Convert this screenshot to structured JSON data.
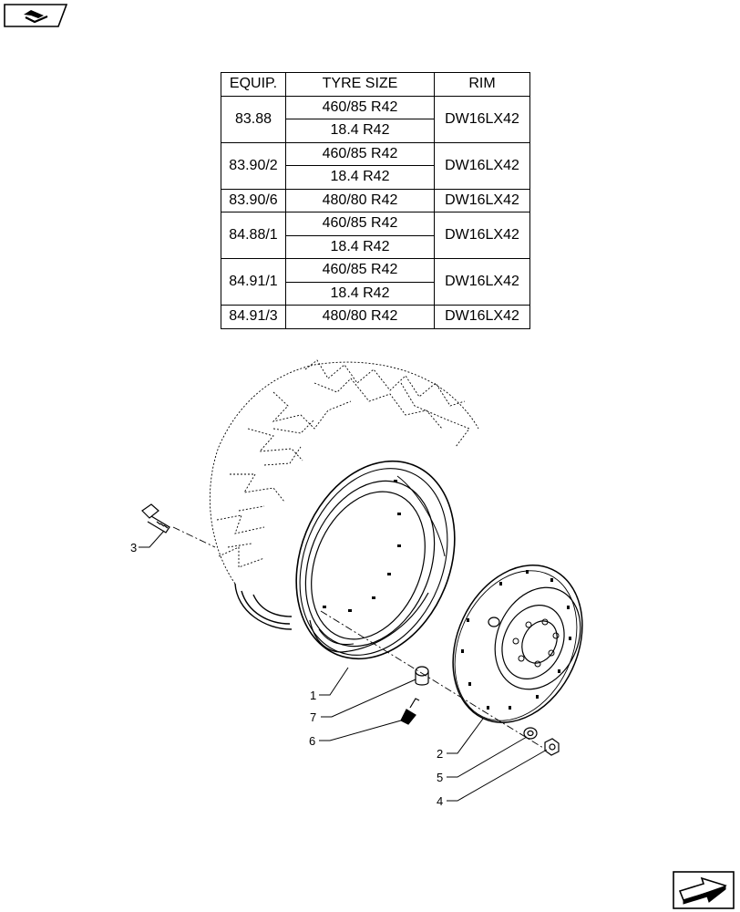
{
  "table": {
    "headers": [
      "EQUIP.",
      "TYRE SIZE",
      "RIM"
    ],
    "rows": [
      {
        "equip": "83.88",
        "tyres": [
          "460/85 R42",
          "18.4 R42"
        ],
        "rim": "DW16LX42"
      },
      {
        "equip": "83.90/2",
        "tyres": [
          "460/85 R42",
          "18.4 R42"
        ],
        "rim": "DW16LX42"
      },
      {
        "equip": "83.90/6",
        "tyres": [
          "480/80 R42"
        ],
        "rim": "DW16LX42"
      },
      {
        "equip": "84.88/1",
        "tyres": [
          "460/85 R42",
          "18.4 R42"
        ],
        "rim": "DW16LX42"
      },
      {
        "equip": "84.91/1",
        "tyres": [
          "460/85 R42",
          "18.4 R42"
        ],
        "rim": "DW16LX42"
      },
      {
        "equip": "84.91/3",
        "tyres": [
          "480/80 R42"
        ],
        "rim": "DW16LX42"
      }
    ]
  },
  "callouts": {
    "c1": "1",
    "c2": "2",
    "c3": "3",
    "c4": "4",
    "c5": "5",
    "c6": "6",
    "c7": "7"
  },
  "icons": {
    "corner": "book-arrow-icon",
    "nav": "next-page-arrow-icon"
  }
}
